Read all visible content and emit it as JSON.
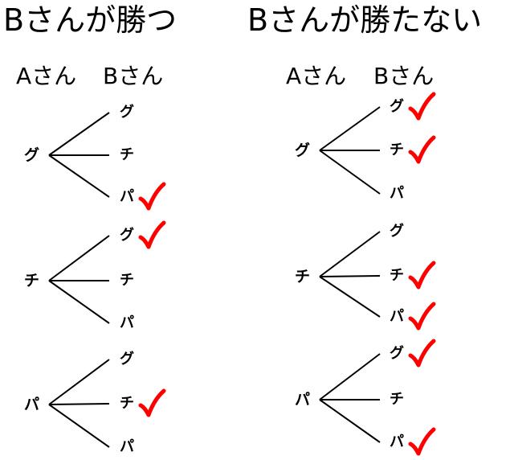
{
  "panels": [
    {
      "title": "Bさんが勝つ",
      "col_a": "Aさん",
      "col_b": "Bさん",
      "groups": [
        {
          "root": "グ",
          "leaves": [
            {
              "label": "グ",
              "check": false
            },
            {
              "label": "チ",
              "check": false
            },
            {
              "label": "パ",
              "check": true
            }
          ]
        },
        {
          "root": "チ",
          "leaves": [
            {
              "label": "グ",
              "check": true
            },
            {
              "label": "チ",
              "check": false
            },
            {
              "label": "パ",
              "check": false
            }
          ]
        },
        {
          "root": "パ",
          "leaves": [
            {
              "label": "グ",
              "check": false
            },
            {
              "label": "チ",
              "check": true
            },
            {
              "label": "パ",
              "check": false
            }
          ]
        }
      ]
    },
    {
      "title": "Bさんが勝たない",
      "col_a": "Aさん",
      "col_b": "Bさん",
      "groups": [
        {
          "root": "グ",
          "leaves": [
            {
              "label": "グ",
              "check": true
            },
            {
              "label": "チ",
              "check": true
            },
            {
              "label": "パ",
              "check": false
            }
          ]
        },
        {
          "root": "チ",
          "leaves": [
            {
              "label": "グ",
              "check": false
            },
            {
              "label": "チ",
              "check": true
            },
            {
              "label": "パ",
              "check": true
            }
          ]
        },
        {
          "root": "パ",
          "leaves": [
            {
              "label": "グ",
              "check": true
            },
            {
              "label": "チ",
              "check": false
            },
            {
              "label": "パ",
              "check": true
            }
          ]
        }
      ]
    }
  ],
  "check_color": "#ff0000",
  "check_icon": "check-mark-icon"
}
